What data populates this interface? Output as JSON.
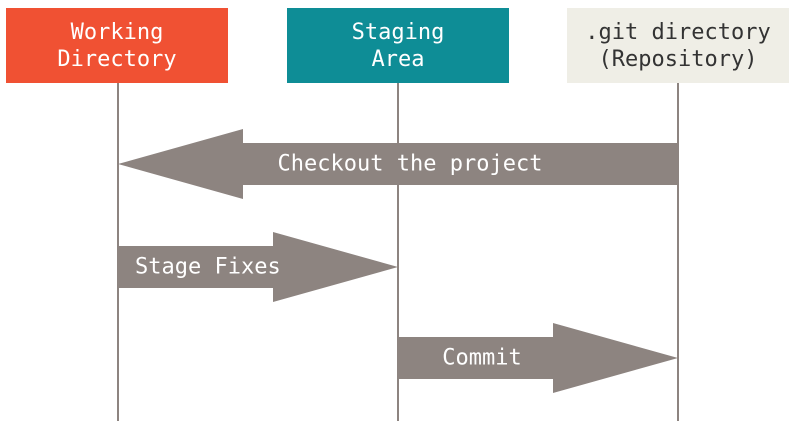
{
  "columns": [
    {
      "id": "working-directory",
      "lines": [
        "Working",
        "Directory"
      ],
      "color": "#f05133",
      "text_color": "#ffffff"
    },
    {
      "id": "staging-area",
      "lines": [
        "Staging",
        "Area"
      ],
      "color": "#0e8d96",
      "text_color": "#ffffff"
    },
    {
      "id": "git-directory",
      "lines": [
        ".git directory",
        "(Repository)"
      ],
      "color": "#efeee6",
      "text_color": "#333333"
    }
  ],
  "arrows": [
    {
      "label": "Checkout the project",
      "from": "git-directory",
      "to": "working-directory"
    },
    {
      "label": "Stage Fixes",
      "from": "working-directory",
      "to": "staging-area"
    },
    {
      "label": "Commit",
      "from": "staging-area",
      "to": "git-directory"
    }
  ],
  "colors": {
    "arrow": "#8d8480",
    "lifeline": "#8d8480",
    "arrow_text": "#ffffff"
  }
}
